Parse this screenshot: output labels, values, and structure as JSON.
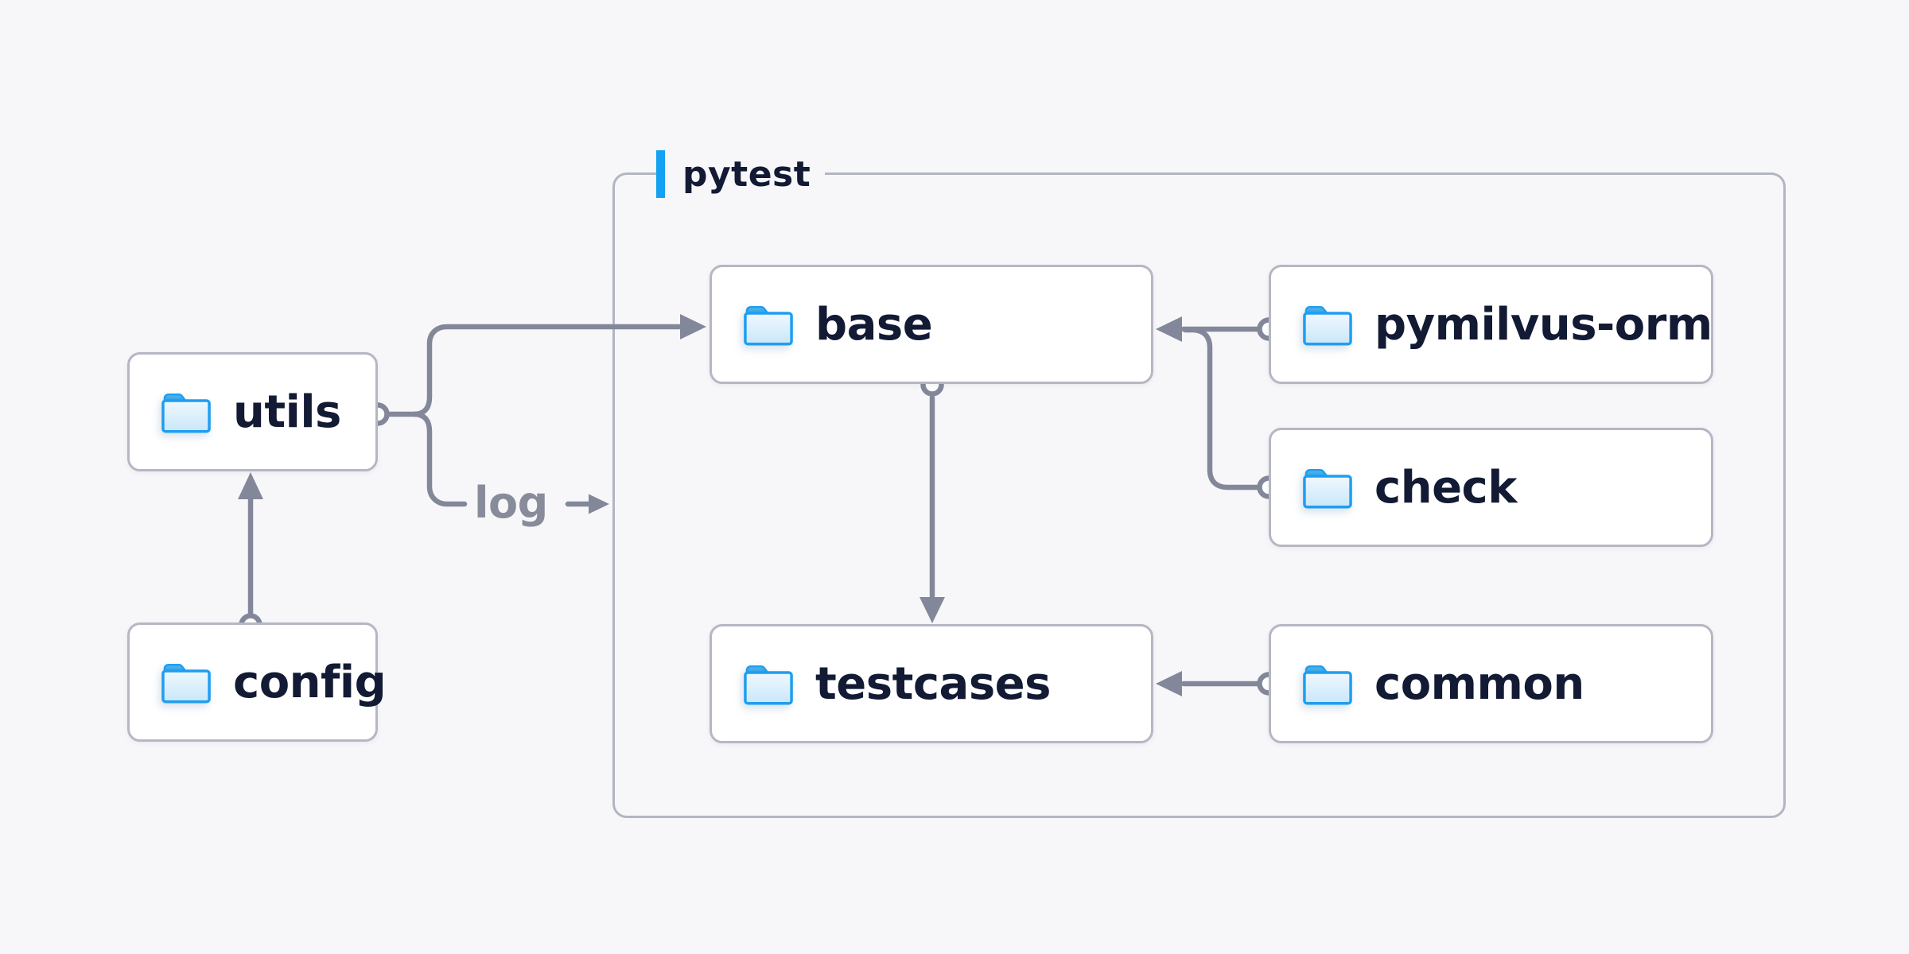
{
  "diagram": {
    "type": "dependency-diagram",
    "group": {
      "label": "pytest"
    },
    "nodes": [
      {
        "id": "utils",
        "label": "utils",
        "icon": "folder-icon"
      },
      {
        "id": "config",
        "label": "config",
        "icon": "folder-icon"
      },
      {
        "id": "base",
        "label": "base",
        "icon": "folder-icon"
      },
      {
        "id": "pymilvus-orm",
        "label": "pymilvus-orm",
        "icon": "folder-icon"
      },
      {
        "id": "check",
        "label": "check",
        "icon": "folder-icon"
      },
      {
        "id": "testcases",
        "label": "testcases",
        "icon": "folder-icon"
      },
      {
        "id": "common",
        "label": "common",
        "icon": "folder-icon"
      }
    ],
    "edges": [
      {
        "from": "config",
        "to": "utils",
        "label": ""
      },
      {
        "from": "utils",
        "to": "base",
        "label": ""
      },
      {
        "from": "utils",
        "to": "pytest-group",
        "label": "log"
      },
      {
        "from": "pymilvus-orm",
        "to": "base",
        "label": ""
      },
      {
        "from": "check",
        "to": "base",
        "label": ""
      },
      {
        "from": "base",
        "to": "testcases",
        "label": ""
      },
      {
        "from": "common",
        "to": "testcases",
        "label": ""
      }
    ],
    "colors": {
      "background": "#f7f7f9",
      "node_background": "#ffffff",
      "node_border": "#b5b7c4",
      "group_border": "#b2b5c2",
      "accent_blue": "#14a1f1",
      "folder_blue": "#1e9ef0",
      "edge_gray": "#83879a",
      "text_navy": "#121a34",
      "edge_label_gray": "#878b9a"
    }
  }
}
